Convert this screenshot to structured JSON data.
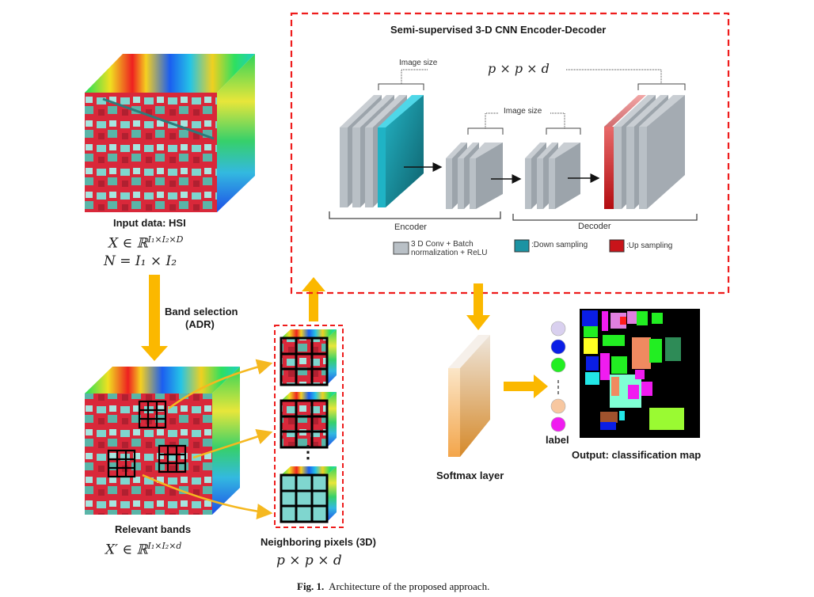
{
  "figure": {
    "caption_prefix": "Fig. 1.",
    "caption_text": "Architecture of the proposed approach."
  },
  "input": {
    "title": "Input data: HSI",
    "formula_lhs": "X ∈ ℝ",
    "formula_exp": "I₁×I₂×D",
    "formula2": "N = I₁ × I₂"
  },
  "band_selection": {
    "line1": "Band selection",
    "line2": "(ADR)"
  },
  "relevant": {
    "title": "Relevant bands",
    "formula_lhs": "X′ ∈ ℝ",
    "formula_exp": "I₁×I₂×d"
  },
  "neighboring": {
    "title": "Neighboring pixels (3D)",
    "formula": "p × p × d",
    "ellipsis": "⋮"
  },
  "cnn": {
    "title": "Semi-supervised 3-D CNN Encoder-Decoder",
    "image_size_top": "Image size",
    "image_size_mid": "Image size",
    "dims": "p × p × d",
    "encoder_label": "Encoder",
    "decoder_label": "Decoder",
    "legend": [
      {
        "label_line1": "3 D Conv + Batch",
        "label_line2": "normalization +  ReLU",
        "color": "#b9c0c6"
      },
      {
        "label_line1": ":Down sampling",
        "label_line2": "",
        "color": "#1c93a3"
      },
      {
        "label_line1": ":Up sampling",
        "label_line2": "",
        "color": "#c8141a"
      }
    ]
  },
  "softmax": {
    "title": "Softmax layer"
  },
  "labels": {
    "title": "label",
    "colors": [
      "#d9d0ef",
      "#0a1ee6",
      "#22ee22",
      "#f7c7a0",
      "#f01cf0"
    ]
  },
  "output": {
    "title": "Output: classification map"
  },
  "colors": {
    "dashed_box": "#ee1c1c",
    "arrow_orange": "#fbb800",
    "arrow_yellow": "#f5b820"
  }
}
